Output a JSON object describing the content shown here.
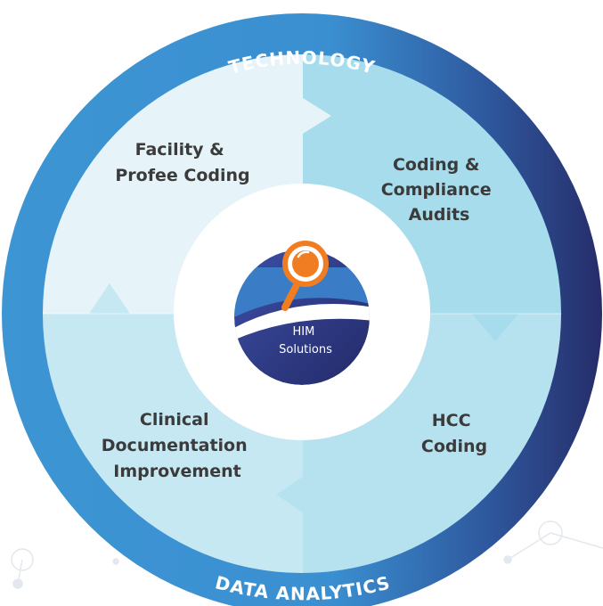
{
  "ring": {
    "top_label": "TECHNOLOGY",
    "bottom_label": "DATA ANALYTICS"
  },
  "segments": [
    {
      "id": "facility",
      "lines": [
        "Facility &",
        "Profee Coding"
      ]
    },
    {
      "id": "audits",
      "lines": [
        "Coding &",
        "Compliance",
        "Audits"
      ]
    },
    {
      "id": "cdi",
      "lines": [
        "Clinical",
        "Documentation",
        "Improvement"
      ]
    },
    {
      "id": "hcc",
      "lines": [
        "HCC",
        "Coding"
      ]
    }
  ],
  "center": {
    "lines": [
      "HIM",
      "Solutions"
    ],
    "icon": "magnifier-icon"
  },
  "colors": {
    "ring_light": "#3d95d3",
    "ring_dark": "#272f6c",
    "segment_top_left": "#e6f3f8",
    "segment_top_right": "#a6dcec",
    "segment_bottom_left": "#c5e8f3",
    "segment_bottom_right": "#b6e2ef",
    "logo_blue": "#2e3a86",
    "logo_orange": "#f07d22"
  }
}
